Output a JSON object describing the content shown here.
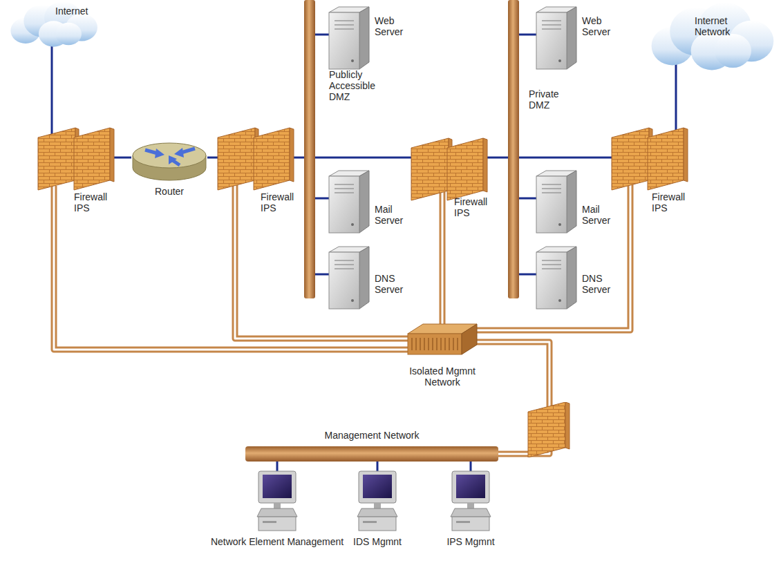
{
  "diagram": {
    "nodes": [
      {
        "text": [
          "Internet"
        ]
      },
      {
        "text": [
          "Firewall IPS"
        ]
      },
      {
        "text": [
          "Router"
        ]
      },
      {
        "text": [
          "Firewall IPS"
        ]
      },
      {
        "text": [
          "Publicly Accessible DMZ"
        ]
      },
      {
        "text": [
          "Web Server"
        ]
      },
      {
        "text": [
          "Mail Server"
        ]
      },
      {
        "text": [
          "DNS Server"
        ]
      },
      {
        "text": [
          "Firewall IPS"
        ]
      },
      {
        "text": [
          "Private DMZ"
        ]
      },
      {
        "text": [
          "Web Server"
        ]
      },
      {
        "text": [
          "Mail Server"
        ]
      },
      {
        "text": [
          "DNS Server"
        ]
      },
      {
        "text": [
          "Firewall IPS"
        ]
      },
      {
        "text": [
          "Internet Network"
        ]
      },
      {
        "text": [
          "Isolated Mgmnt Network"
        ]
      },
      {
        "text": [
          "Management Network"
        ]
      },
      {
        "text": [
          "Network Element Management"
        ]
      },
      {
        "text": [
          "IDS Mgmnt"
        ]
      },
      {
        "text": [
          "IPS Mgmnt"
        ]
      }
    ],
    "edges": [
      {
        "from": 0,
        "to": 1,
        "arrow": "none"
      },
      {
        "from": 1,
        "to": 2,
        "arrow": "none"
      },
      {
        "from": 2,
        "to": 3,
        "arrow": "none"
      },
      {
        "from": 3,
        "to": 4,
        "arrow": "none"
      },
      {
        "from": 4,
        "to": 5,
        "arrow": "none"
      },
      {
        "from": 4,
        "to": 6,
        "arrow": "none"
      },
      {
        "from": 4,
        "to": 7,
        "arrow": "none"
      },
      {
        "from": 4,
        "to": 8,
        "arrow": "none"
      },
      {
        "from": 8,
        "to": 9,
        "arrow": "none"
      },
      {
        "from": 9,
        "to": 10,
        "arrow": "none"
      },
      {
        "from": 9,
        "to": 11,
        "arrow": "none"
      },
      {
        "from": 9,
        "to": 12,
        "arrow": "none"
      },
      {
        "from": 9,
        "to": 13,
        "arrow": "none"
      },
      {
        "from": 13,
        "to": 14,
        "arrow": "none"
      },
      {
        "from": 1,
        "to": 15,
        "arrow": "none"
      },
      {
        "from": 3,
        "to": 15,
        "arrow": "none"
      },
      {
        "from": 8,
        "to": 15,
        "arrow": "none"
      },
      {
        "from": 13,
        "to": 15,
        "arrow": "none"
      },
      {
        "from": 15,
        "to": 16,
        "arrow": "none"
      },
      {
        "from": 16,
        "to": 17,
        "arrow": "none"
      },
      {
        "from": 16,
        "to": 18,
        "arrow": "none"
      },
      {
        "from": 16,
        "to": 19,
        "arrow": "none"
      }
    ]
  }
}
